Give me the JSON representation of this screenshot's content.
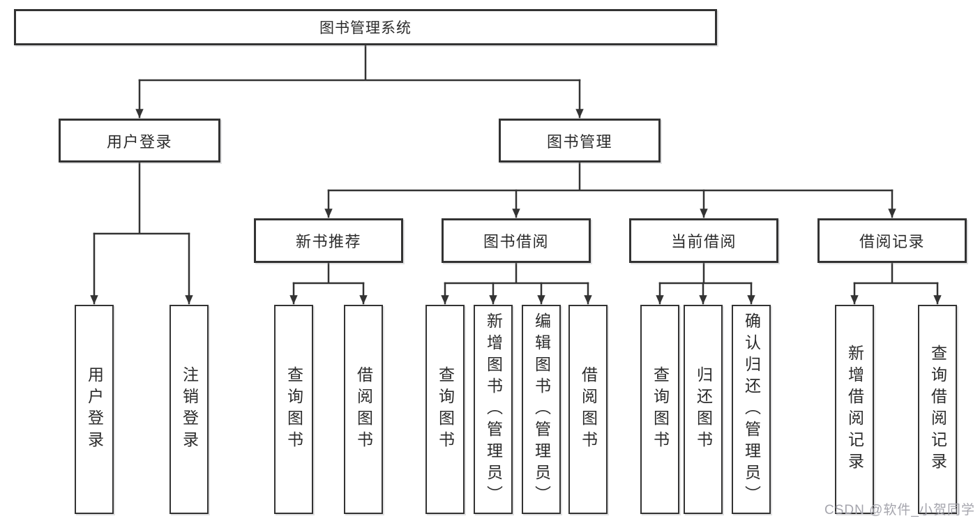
{
  "diagram": {
    "title": "图书管理系统",
    "nodes": {
      "root": {
        "label": "图书管理系统",
        "children": [
          "user_login",
          "book_mgmt"
        ]
      },
      "user_login": {
        "label": "用户登录",
        "children": [
          "leaf_user_login",
          "leaf_logout"
        ]
      },
      "book_mgmt": {
        "label": "图书管理",
        "children": [
          "new_book_rec",
          "book_borrow",
          "current_borrow",
          "borrow_records"
        ]
      },
      "new_book_rec": {
        "label": "新书推荐",
        "children": [
          "leaf_query_book_1",
          "leaf_borrow_book_1"
        ]
      },
      "book_borrow": {
        "label": "图书借阅",
        "children": [
          "leaf_query_book_2",
          "leaf_add_book",
          "leaf_edit_book",
          "leaf_borrow_book_2"
        ]
      },
      "current_borrow": {
        "label": "当前借阅",
        "children": [
          "leaf_query_book_3",
          "leaf_return_book",
          "leaf_confirm_return"
        ]
      },
      "borrow_records": {
        "label": "借阅记录",
        "children": [
          "leaf_add_borrow_record",
          "leaf_query_borrow_record"
        ]
      },
      "leaf_user_login": {
        "label": "用户登录"
      },
      "leaf_logout": {
        "label": "注销登录"
      },
      "leaf_query_book_1": {
        "label": "查询图书"
      },
      "leaf_borrow_book_1": {
        "label": "借阅图书"
      },
      "leaf_query_book_2": {
        "label": "查询图书"
      },
      "leaf_add_book": {
        "label": "新增图书（管理员）"
      },
      "leaf_edit_book": {
        "label": "编辑图书（管理员）"
      },
      "leaf_borrow_book_2": {
        "label": "借阅图书"
      },
      "leaf_query_book_3": {
        "label": "查询图书"
      },
      "leaf_return_book": {
        "label": "归还图书"
      },
      "leaf_confirm_return": {
        "label": "确认归还（管理员）"
      },
      "leaf_add_borrow_record": {
        "label": "新增借阅记录"
      },
      "leaf_query_borrow_record": {
        "label": "查询借阅记录"
      }
    },
    "colors": {
      "line": "#333333",
      "box_border": "#333333",
      "box_bg": "#ffffff",
      "text": "#2b2b2b",
      "watermark": "#a5a5ad"
    },
    "watermark": "CSDN @软件_小贺同学"
  }
}
